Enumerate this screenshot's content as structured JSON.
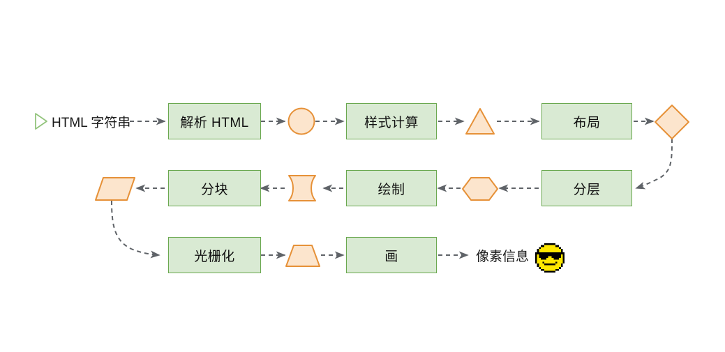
{
  "diagram": {
    "title": "Browser rendering pipeline flowchart",
    "background_color": "#ffffff",
    "process_fill": "#d9ead3",
    "process_stroke": "#6aa84f",
    "accent_fill": "#fce5cd",
    "accent_stroke": "#e69138",
    "edge_color": "#5f6368",
    "text_color": "#1a1a1a"
  },
  "start": {
    "icon": "play-triangle-icon",
    "label": "HTML 字符串"
  },
  "rows": {
    "row1": {
      "nodes": [
        {
          "id": "parse-html",
          "label": "解析 HTML",
          "shape": "process"
        },
        {
          "id": "dom-circle",
          "label": "",
          "shape": "circle"
        },
        {
          "id": "style-calc",
          "label": "样式计算",
          "shape": "process"
        },
        {
          "id": "style-triangle",
          "label": "",
          "shape": "triangle"
        },
        {
          "id": "layout",
          "label": "布局",
          "shape": "process"
        },
        {
          "id": "layout-diamond",
          "label": "",
          "shape": "diamond"
        }
      ]
    },
    "row2": {
      "nodes": [
        {
          "id": "tile-parallelogram",
          "label": "",
          "shape": "parallelogram"
        },
        {
          "id": "tiling",
          "label": "分块",
          "shape": "process"
        },
        {
          "id": "paint-tape",
          "label": "",
          "shape": "tape"
        },
        {
          "id": "paint",
          "label": "绘制",
          "shape": "process"
        },
        {
          "id": "layer-hexagon",
          "label": "",
          "shape": "hexagon"
        },
        {
          "id": "layering",
          "label": "分层",
          "shape": "process"
        }
      ]
    },
    "row3": {
      "nodes": [
        {
          "id": "rasterize",
          "label": "光栅化",
          "shape": "process"
        },
        {
          "id": "draw-trapezoid",
          "label": "",
          "shape": "trapezoid"
        },
        {
          "id": "draw",
          "label": "画",
          "shape": "process"
        }
      ],
      "end_label": "像素信息",
      "end_icon": "sunglasses-face-emoji"
    }
  }
}
